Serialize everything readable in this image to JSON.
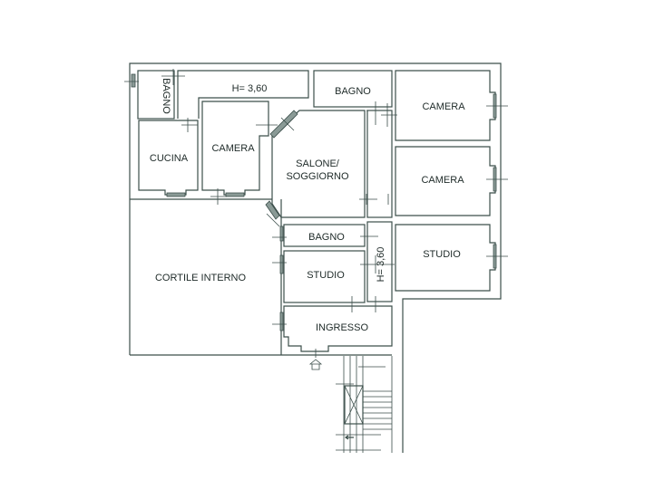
{
  "plan": {
    "rooms": {
      "bagno_small": "BAGNO",
      "corridor_height": "H= 3,60",
      "bagno_top": "BAGNO",
      "camera_top_right": "CAMERA",
      "camera_mid_right": "CAMERA",
      "studio_right": "STUDIO",
      "cucina": "CUCINA",
      "camera_mid": "CAMERA",
      "salone_line1": "SALONE/",
      "salone_line2": "SOGGIORNO",
      "bagno_mid": "BAGNO",
      "studio_mid": "STUDIO",
      "corridor2_height": "H= 3,60",
      "ingresso": "INGRESSO",
      "cortile": "CORTILE INTERNO"
    },
    "colors": {
      "line": "#3c4f4b"
    }
  }
}
